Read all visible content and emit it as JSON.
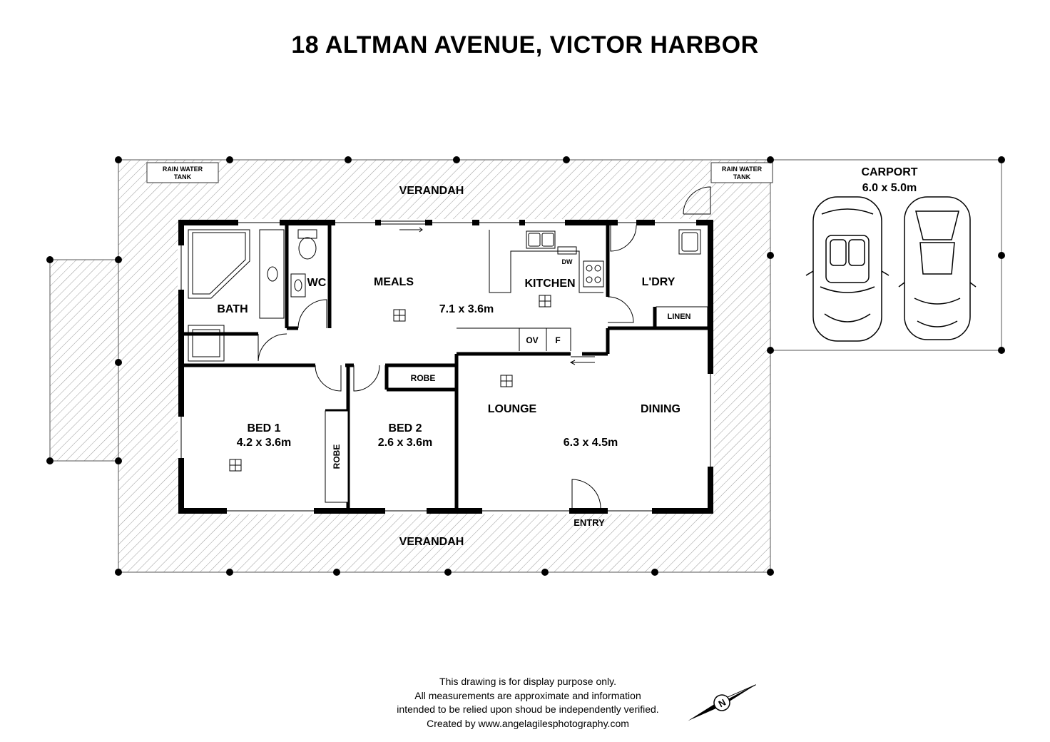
{
  "title": "18 ALTMAN AVENUE, VICTOR HARBOR",
  "rooms": {
    "verandah_top": "VERANDAH",
    "verandah_bottom": "VERANDAH",
    "rain_tank_left": [
      "RAIN WATER",
      "TANK"
    ],
    "rain_tank_right": [
      "RAIN WATER",
      "TANK"
    ],
    "carport": "CARPORT",
    "carport_size": "6.0 x 5.0m",
    "bath": "BATH",
    "wc": "WC",
    "meals": "MEALS",
    "meals_size": "7.1 x 3.6m",
    "kitchen": "KITCHEN",
    "dw": "DW",
    "ov": "OV",
    "fridge": "F",
    "laundry": "L'DRY",
    "linen": "LINEN",
    "robe_bed2": "ROBE",
    "robe_bed1": "ROBE",
    "bed1": "BED 1",
    "bed1_size": "4.2 x 3.6m",
    "bed2": "BED 2",
    "bed2_size": "2.6 x 3.6m",
    "lounge": "LOUNGE",
    "dining": "DINING",
    "lounge_size": "6.3 x 4.5m",
    "entry": "ENTRY"
  },
  "disclaimer": [
    "This drawing is for display purpose only.",
    "All measurements are approximate and information",
    "intended to be relied upon shoud be independently verified.",
    "Created by www.angelagilesphotography.com"
  ],
  "compass_letter": "N"
}
